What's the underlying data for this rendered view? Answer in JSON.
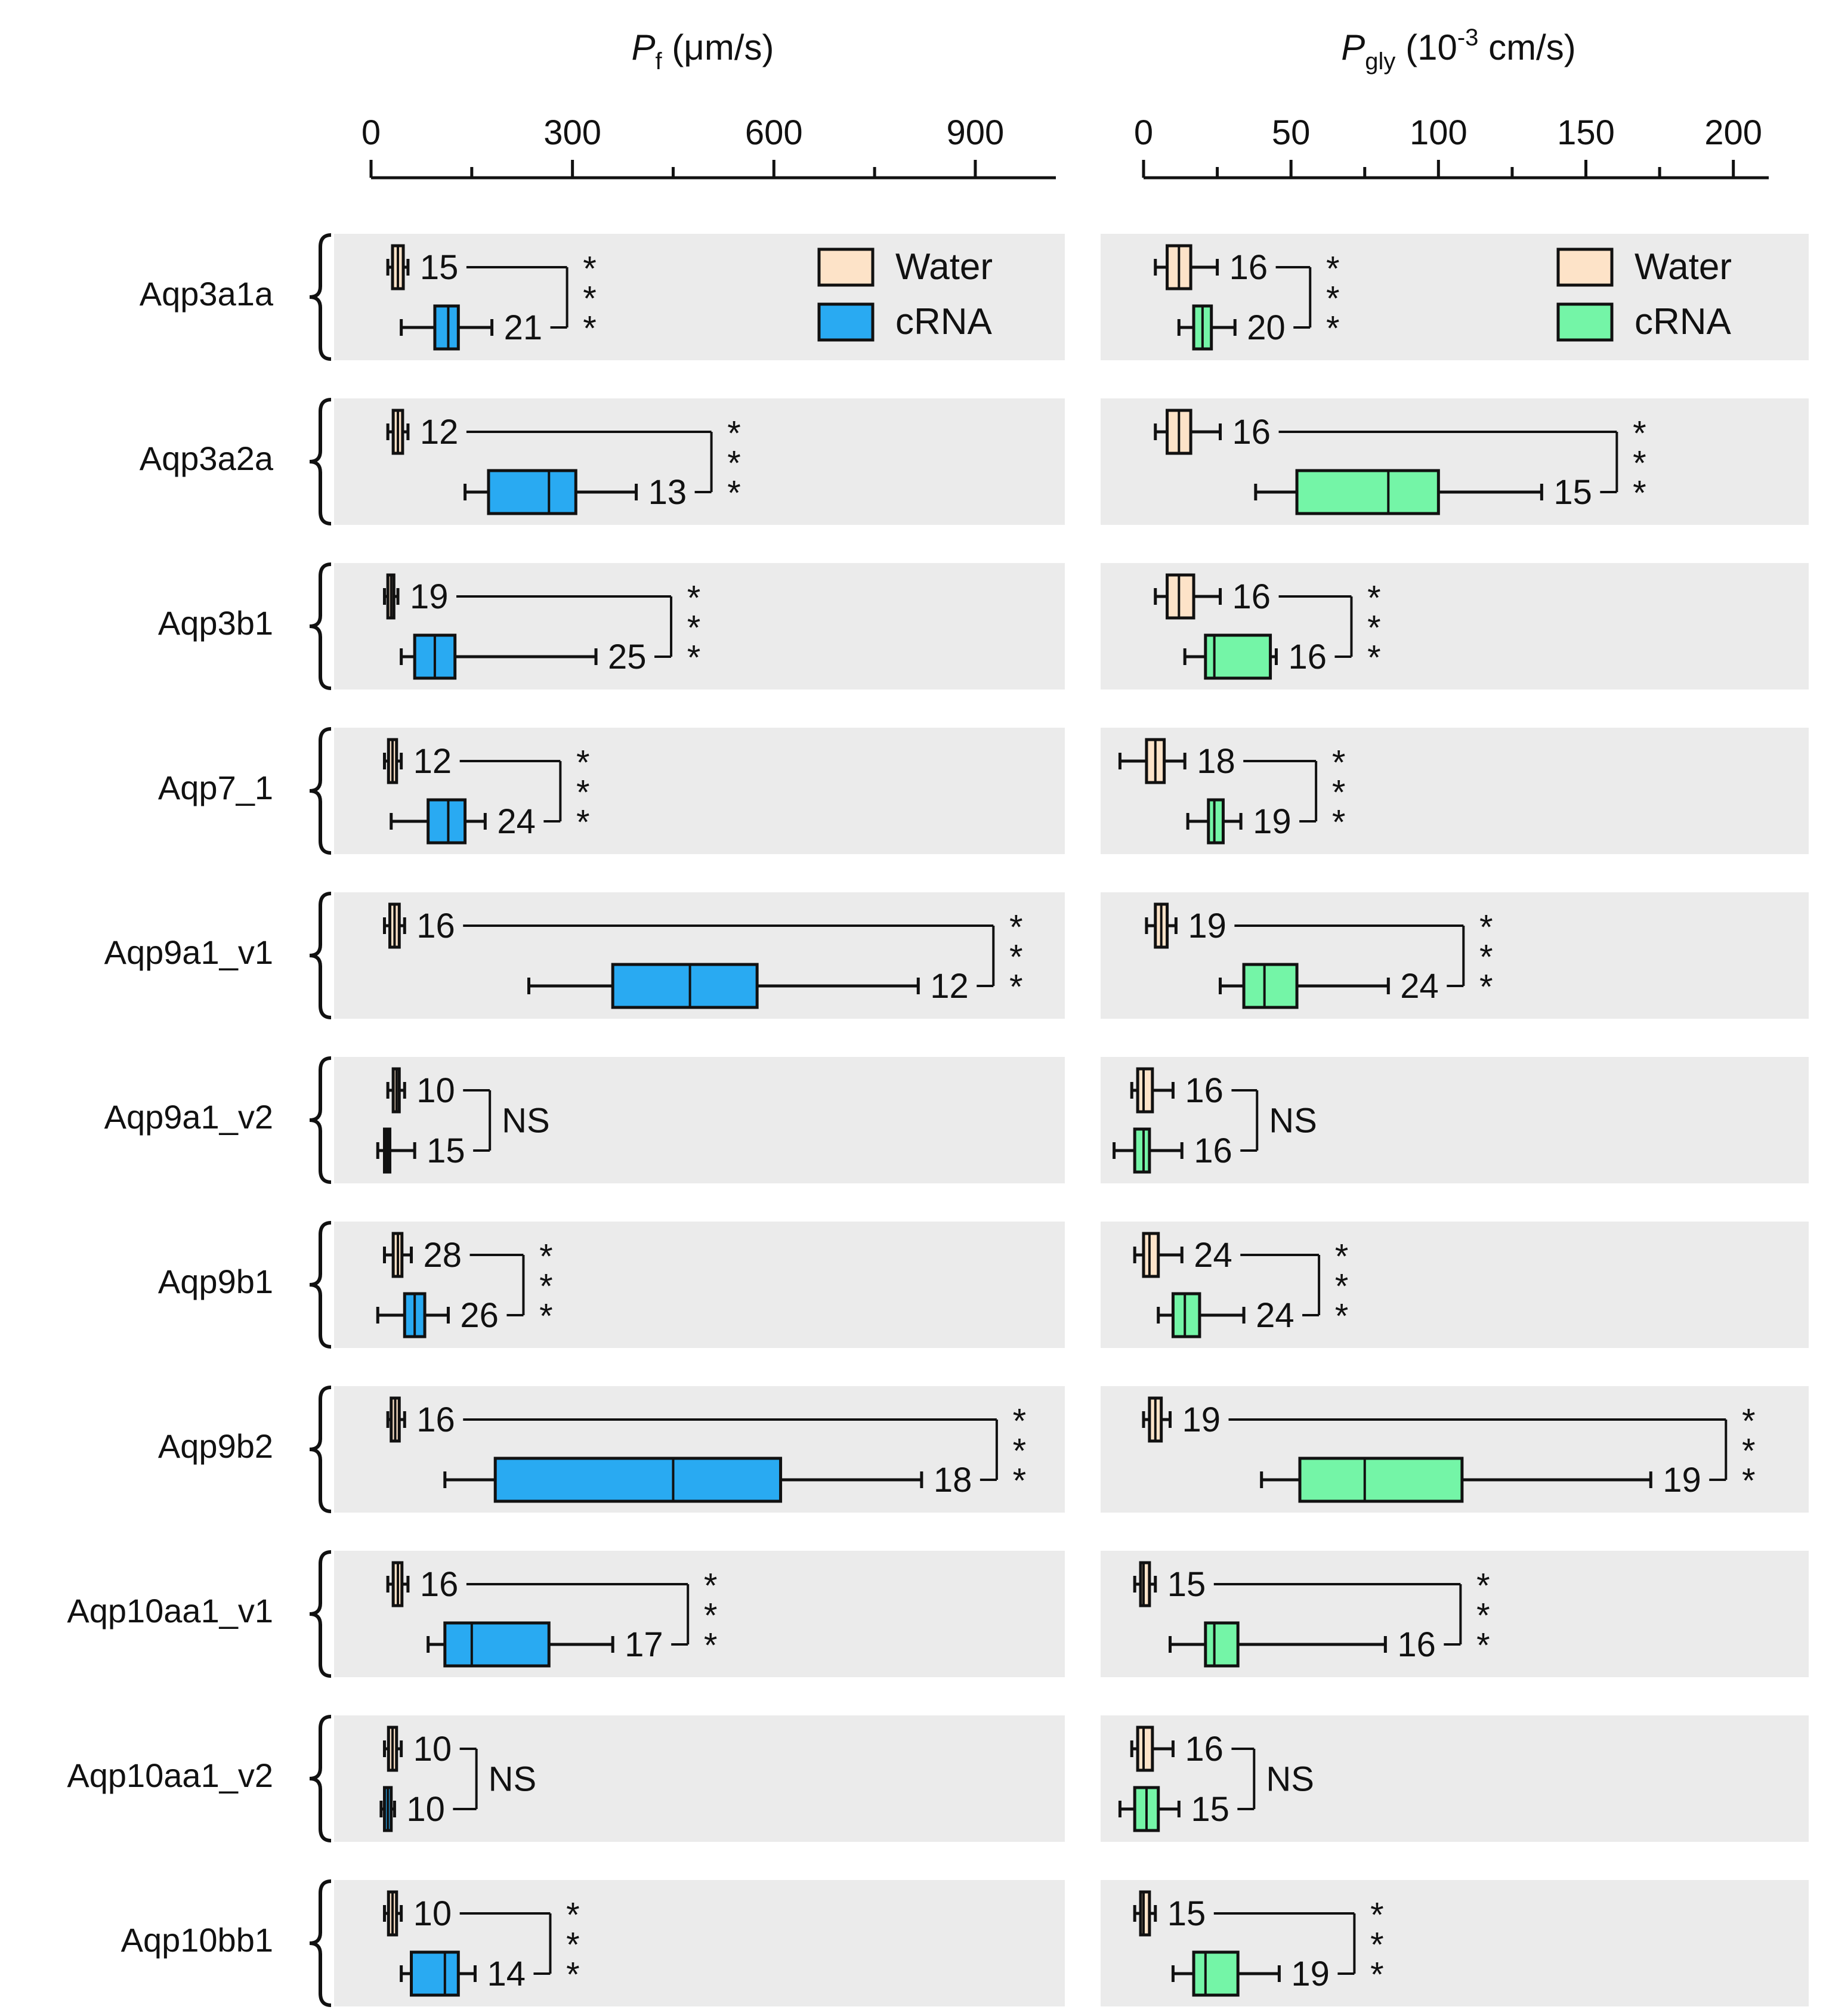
{
  "chart_data": {
    "type": "boxplot",
    "layout": "horizontal",
    "panels": [
      {
        "axis_label_main": "P",
        "axis_label_sub": "f",
        "axis_label_unit": " (μm/s)",
        "xlim": [
          0,
          1020
        ],
        "ticks": [
          0,
          300,
          600,
          900
        ],
        "tick_labels": [
          "0",
          "300",
          "600",
          "900"
        ],
        "minor_ticks": [
          150,
          450,
          750
        ],
        "legend": [
          {
            "label": "Water",
            "color": "#fde3c8"
          },
          {
            "label": "cRNA",
            "color": "#29aaf2"
          }
        ]
      },
      {
        "axis_label_main": "P",
        "axis_label_sub": "gly",
        "axis_label_unit_a": " (10",
        "axis_label_sup": "-3",
        "axis_label_unit_b": " cm/s)",
        "xlim": [
          0,
          212
        ],
        "ticks": [
          0,
          50,
          100,
          150,
          200
        ],
        "tick_labels": [
          "0",
          "50",
          "100",
          "150",
          "200"
        ],
        "minor_ticks": [
          25,
          75,
          125,
          175
        ],
        "legend": [
          {
            "label": "Water",
            "color": "#fde3c8"
          },
          {
            "label": "cRNA",
            "color": "#74f5a7"
          }
        ]
      }
    ],
    "genes": [
      {
        "name": "Aqp3a1a",
        "pf": {
          "water": {
            "whisk": [
              25,
              55
            ],
            "q1": 32,
            "med": 40,
            "q3": 48,
            "n": "15"
          },
          "crna": {
            "whisk": [
              45,
              180
            ],
            "q1": 95,
            "med": 115,
            "q3": 130,
            "n": "21"
          },
          "sig": "***"
        },
        "pgly": {
          "water": {
            "whisk": [
              4,
              25
            ],
            "q1": 8,
            "med": 12,
            "q3": 16,
            "n": "16"
          },
          "crna": {
            "whisk": [
              12,
              31
            ],
            "q1": 17,
            "med": 20,
            "q3": 23,
            "n": "20"
          },
          "sig": "***"
        }
      },
      {
        "name": "Aqp3a2a",
        "pf": {
          "water": {
            "whisk": [
              25,
              55
            ],
            "q1": 33,
            "med": 40,
            "q3": 47,
            "n": "12"
          },
          "crna": {
            "whisk": [
              140,
              395
            ],
            "q1": 175,
            "med": 265,
            "q3": 305,
            "n": "13"
          },
          "sig": "***"
        },
        "pgly": {
          "water": {
            "whisk": [
              4,
              26
            ],
            "q1": 8,
            "med": 12,
            "q3": 16,
            "n": "16"
          },
          "crna": {
            "whisk": [
              38,
              135
            ],
            "q1": 52,
            "med": 83,
            "q3": 100,
            "n": "15"
          },
          "sig": "***"
        }
      },
      {
        "name": "Aqp3b1",
        "pf": {
          "water": {
            "whisk": [
              20,
              40
            ],
            "q1": 25,
            "med": 30,
            "q3": 34,
            "n": "19"
          },
          "crna": {
            "whisk": [
              45,
              335
            ],
            "q1": 65,
            "med": 95,
            "q3": 125,
            "n": "25"
          },
          "sig": "***"
        },
        "pgly": {
          "water": {
            "whisk": [
              4,
              26
            ],
            "q1": 8,
            "med": 12,
            "q3": 17,
            "n": "16"
          },
          "crna": {
            "whisk": [
              14,
              45
            ],
            "q1": 21,
            "med": 24,
            "q3": 43,
            "n": "16"
          },
          "sig": "***"
        }
      },
      {
        "name": "Aqp7_1",
        "pf": {
          "water": {
            "whisk": [
              20,
              45
            ],
            "q1": 26,
            "med": 32,
            "q3": 38,
            "n": "12"
          },
          "crna": {
            "whisk": [
              30,
              170
            ],
            "q1": 85,
            "med": 115,
            "q3": 140,
            "n": "24"
          },
          "sig": "***"
        },
        "pgly": {
          "water": {
            "whisk": [
              -8,
              14
            ],
            "q1": 1,
            "med": 4,
            "q3": 7,
            "n": "18"
          },
          "crna": {
            "whisk": [
              15,
              33
            ],
            "q1": 22,
            "med": 24,
            "q3": 27,
            "n": "19"
          },
          "sig": "***"
        }
      },
      {
        "name": "Aqp9a1_v1",
        "pf": {
          "water": {
            "whisk": [
              20,
              50
            ],
            "q1": 28,
            "med": 35,
            "q3": 42,
            "n": "16"
          },
          "crna": {
            "whisk": [
              235,
              815
            ],
            "q1": 360,
            "med": 475,
            "q3": 575,
            "n": "12"
          },
          "sig": "***"
        },
        "pgly": {
          "water": {
            "whisk": [
              1,
              11
            ],
            "q1": 4,
            "med": 6,
            "q3": 8,
            "n": "19"
          },
          "crna": {
            "whisk": [
              26,
              83
            ],
            "q1": 34,
            "med": 41,
            "q3": 52,
            "n": "24"
          },
          "sig": "***"
        }
      },
      {
        "name": "Aqp9a1_v2",
        "pf": {
          "water": {
            "whisk": [
              25,
              50
            ],
            "q1": 33,
            "med": 38,
            "q3": 42,
            "n": "10"
          },
          "crna": {
            "whisk": [
              10,
              65
            ],
            "q1": 20,
            "med": 24,
            "q3": 28,
            "n": "15"
          },
          "sig": "NS"
        },
        "pgly": {
          "water": {
            "whisk": [
              -4,
              10
            ],
            "q1": -2,
            "med": 0,
            "q3": 3,
            "n": "16"
          },
          "crna": {
            "whisk": [
              -10,
              13
            ],
            "q1": -3,
            "med": 0,
            "q3": 2,
            "n": "16"
          },
          "sig": "NS"
        }
      },
      {
        "name": "Aqp9b1",
        "pf": {
          "water": {
            "whisk": [
              20,
              60
            ],
            "q1": 33,
            "med": 40,
            "q3": 46,
            "n": "28"
          },
          "crna": {
            "whisk": [
              10,
              115
            ],
            "q1": 50,
            "med": 65,
            "q3": 80,
            "n": "26"
          },
          "sig": "***"
        },
        "pgly": {
          "water": {
            "whisk": [
              -3,
              13
            ],
            "q1": 0,
            "med": 2,
            "q3": 5,
            "n": "24"
          },
          "crna": {
            "whisk": [
              5,
              34
            ],
            "q1": 10,
            "med": 14,
            "q3": 19,
            "n": "24"
          },
          "sig": "***"
        }
      },
      {
        "name": "Aqp9b2",
        "pf": {
          "water": {
            "whisk": [
              25,
              50
            ],
            "q1": 30,
            "med": 36,
            "q3": 42,
            "n": "16"
          },
          "crna": {
            "whisk": [
              110,
              820
            ],
            "q1": 185,
            "med": 450,
            "q3": 610,
            "n": "18"
          },
          "sig": "***"
        },
        "pgly": {
          "water": {
            "whisk": [
              0,
              9
            ],
            "q1": 2,
            "med": 4,
            "q3": 6,
            "n": "19"
          },
          "crna": {
            "whisk": [
              40,
              172
            ],
            "q1": 53,
            "med": 75,
            "q3": 108,
            "n": "19"
          },
          "sig": "***"
        }
      },
      {
        "name": "Aqp10aa1_v1",
        "pf": {
          "water": {
            "whisk": [
              25,
              55
            ],
            "q1": 33,
            "med": 40,
            "q3": 46,
            "n": "16"
          },
          "crna": {
            "whisk": [
              85,
              360
            ],
            "q1": 110,
            "med": 150,
            "q3": 265,
            "n": "17"
          },
          "sig": "***"
        },
        "pgly": {
          "water": {
            "whisk": [
              -3,
              4
            ],
            "q1": -1,
            "med": 0,
            "q3": 2,
            "n": "15"
          },
          "crna": {
            "whisk": [
              9,
              82
            ],
            "q1": 21,
            "med": 24,
            "q3": 32,
            "n": "16"
          },
          "sig": "***"
        }
      },
      {
        "name": "Aqp10aa1_v2",
        "pf": {
          "water": {
            "whisk": [
              20,
              45
            ],
            "q1": 26,
            "med": 32,
            "q3": 38,
            "n": "10"
          },
          "crna": {
            "whisk": [
              15,
              35
            ],
            "q1": 20,
            "med": 25,
            "q3": 30,
            "n": "10"
          },
          "sig": "NS"
        },
        "pgly": {
          "water": {
            "whisk": [
              -4,
              10
            ],
            "q1": -2,
            "med": 0,
            "q3": 3,
            "n": "16"
          },
          "crna": {
            "whisk": [
              -8,
              12
            ],
            "q1": -3,
            "med": 1,
            "q3": 5,
            "n": "15"
          },
          "sig": "NS"
        }
      },
      {
        "name": "Aqp10bb1",
        "pf": {
          "water": {
            "whisk": [
              20,
              45
            ],
            "q1": 26,
            "med": 32,
            "q3": 38,
            "n": "10"
          },
          "crna": {
            "whisk": [
              45,
              155
            ],
            "q1": 60,
            "med": 110,
            "q3": 130,
            "n": "14"
          },
          "sig": "***"
        },
        "pgly": {
          "water": {
            "whisk": [
              -3,
              4
            ],
            "q1": -1,
            "med": 0,
            "q3": 2,
            "n": "15"
          },
          "crna": {
            "whisk": [
              10,
              46
            ],
            "q1": 17,
            "med": 21,
            "q3": 32,
            "n": "19"
          },
          "sig": "***"
        }
      }
    ]
  }
}
